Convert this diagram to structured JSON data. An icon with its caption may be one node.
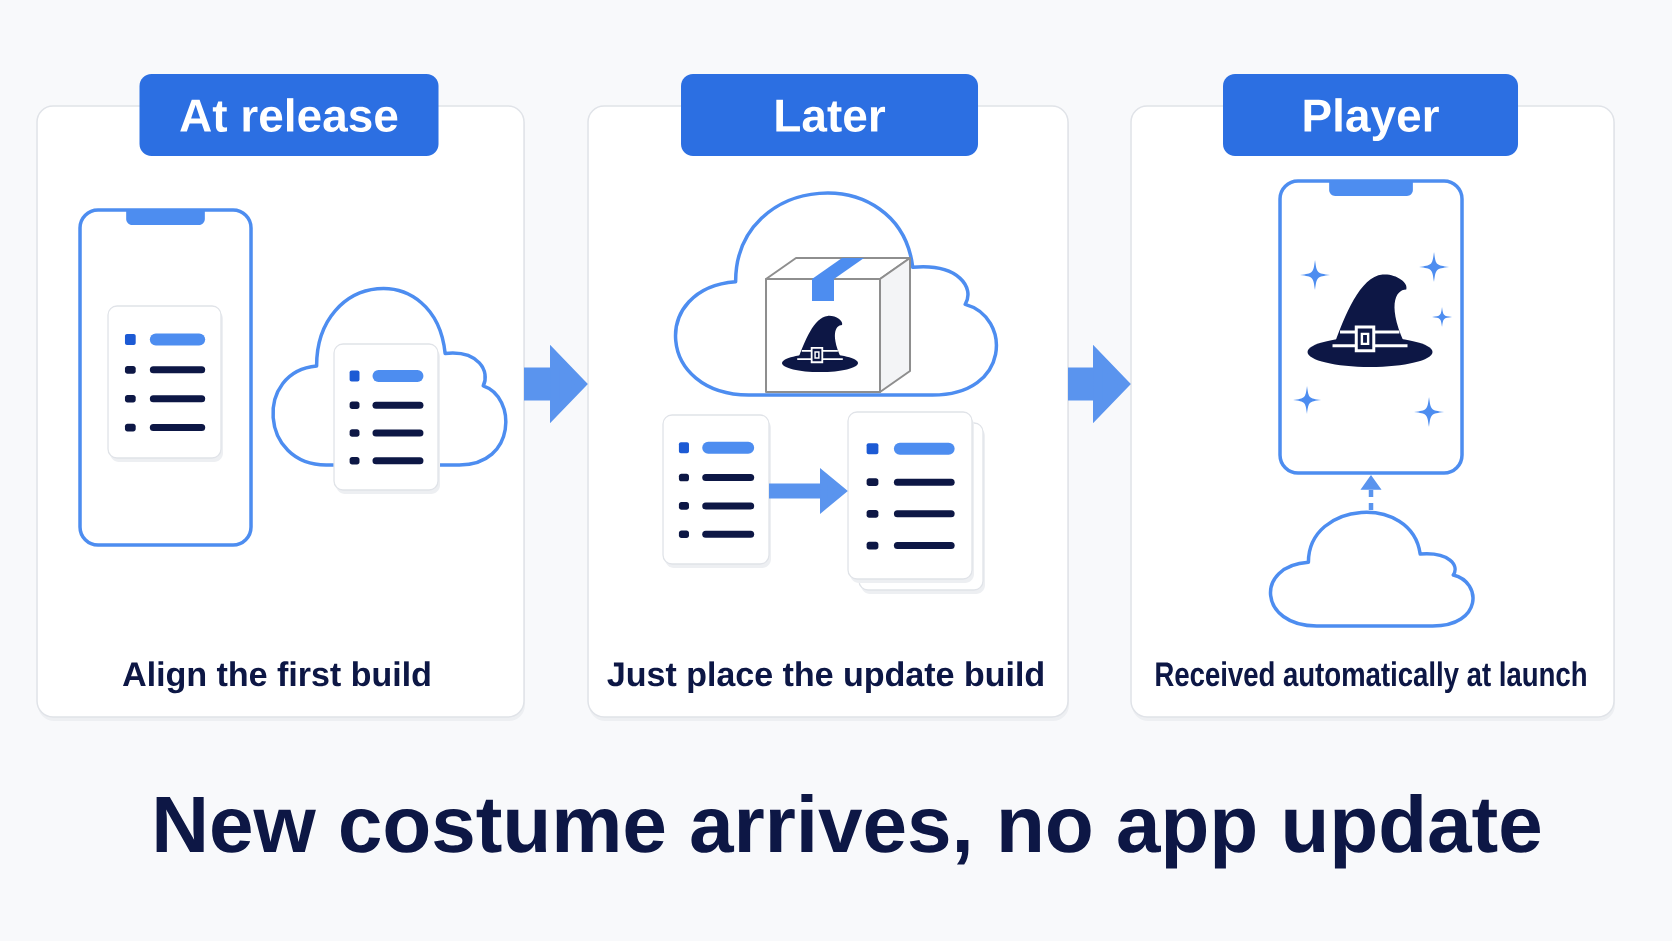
{
  "diagram": {
    "title": "New costume arrives, no app update",
    "nodes": [
      {
        "text": [
          "At release",
          "Align the first build"
        ]
      },
      {
        "text": [
          "Later",
          "Just place the update build"
        ]
      },
      {
        "text": [],
        "shape": "box",
        "in": 1
      },
      {
        "text": [],
        "shape": "box",
        "in": 1
      },
      {
        "text": [
          "Player",
          "Received automatically at launch"
        ]
      },
      {
        "text": [],
        "shape": "picture",
        "in": 4
      },
      {
        "text": [],
        "shape": "cloud",
        "in": 4
      }
    ],
    "edges": [
      {
        "from": 0,
        "to": 1,
        "arrow": "to",
        "style": "thick"
      },
      {
        "from": 2,
        "to": 3,
        "arrow": "to"
      },
      {
        "from": 1,
        "to": 4,
        "arrow": "to",
        "style": "thick"
      },
      {
        "from": 6,
        "to": 5,
        "arrow": "to",
        "style": "dashed"
      }
    ]
  }
}
